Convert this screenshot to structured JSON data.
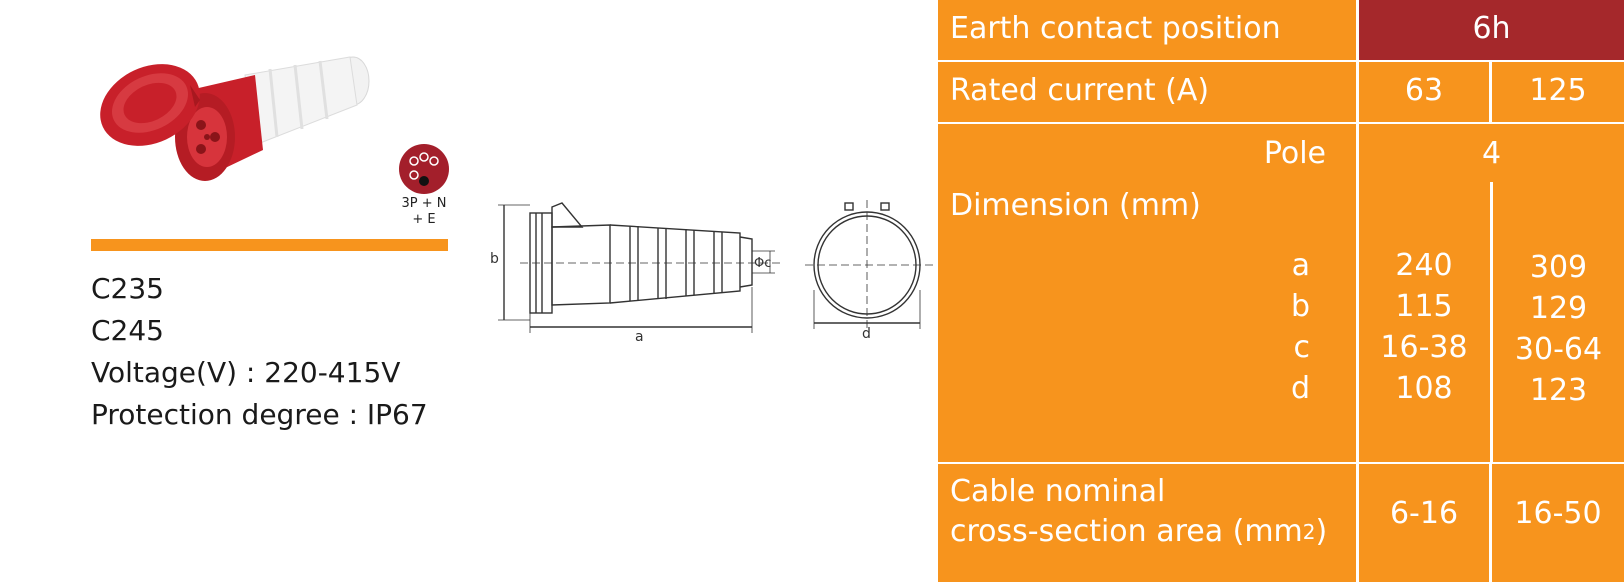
{
  "product": {
    "pin_label_line1": "3P + N",
    "pin_label_line2": "+ E",
    "models": [
      "C235",
      "C245"
    ],
    "voltage": "Voltage(V) : 220-415V",
    "protection": "Protection degree : IP67"
  },
  "drawing": {
    "label_a": "a",
    "label_b": "b",
    "label_c": "Φc",
    "label_d": "d"
  },
  "table": {
    "earth_label": "Earth contact position",
    "earth_value": "6h",
    "current_label": "Rated current (A)",
    "current_values": [
      "63",
      "125"
    ],
    "pole_label": "Pole",
    "pole_value": "4",
    "dimension_label": "Dimension (mm)",
    "dim_letters": [
      "a",
      "b",
      "c",
      "d"
    ],
    "dim_values_63": [
      "240",
      "115",
      "16-38",
      "108"
    ],
    "dim_values_125": [
      "309",
      "129",
      "30-64",
      "123"
    ],
    "cable_label_line1": "Cable nominal",
    "cable_label_line2": "cross-section area (mm",
    "cable_label_sup": "2",
    "cable_label_end": ")",
    "cable_values": [
      "6-16",
      "16-50"
    ]
  },
  "colors": {
    "orange": "#f7941d",
    "header_red": "#a5282b",
    "product_red": "#c8202a"
  }
}
